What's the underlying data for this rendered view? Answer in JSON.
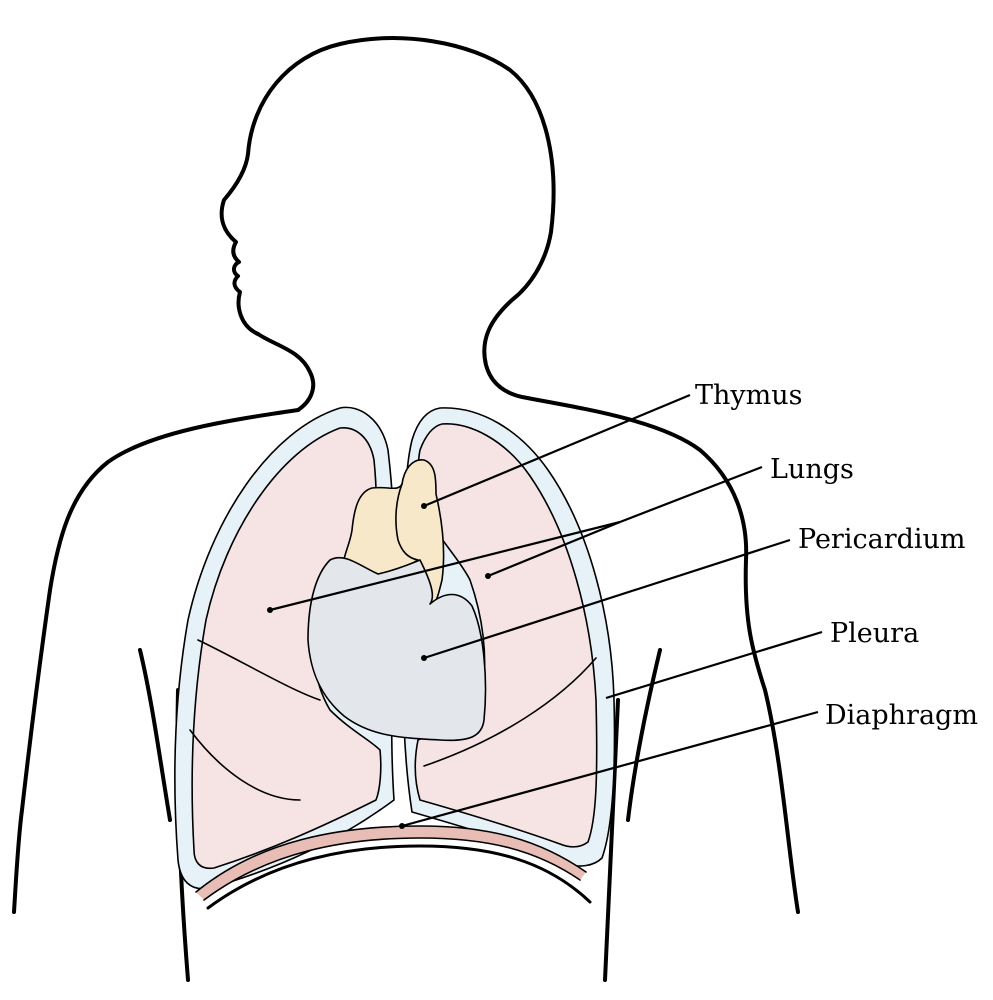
{
  "labels": {
    "thymus": "Thymus",
    "lungs": "Lungs",
    "pericardium": "Pericardium",
    "pleura": "Pleura",
    "diaphragm": "Diaphragm"
  },
  "colors": {
    "lung": "#f6e4e4",
    "pleura": "#e6f2f8",
    "thymus": "#f6e8c8",
    "heart": "#e3e7ec",
    "diaphragm": "#e8bdb5"
  }
}
